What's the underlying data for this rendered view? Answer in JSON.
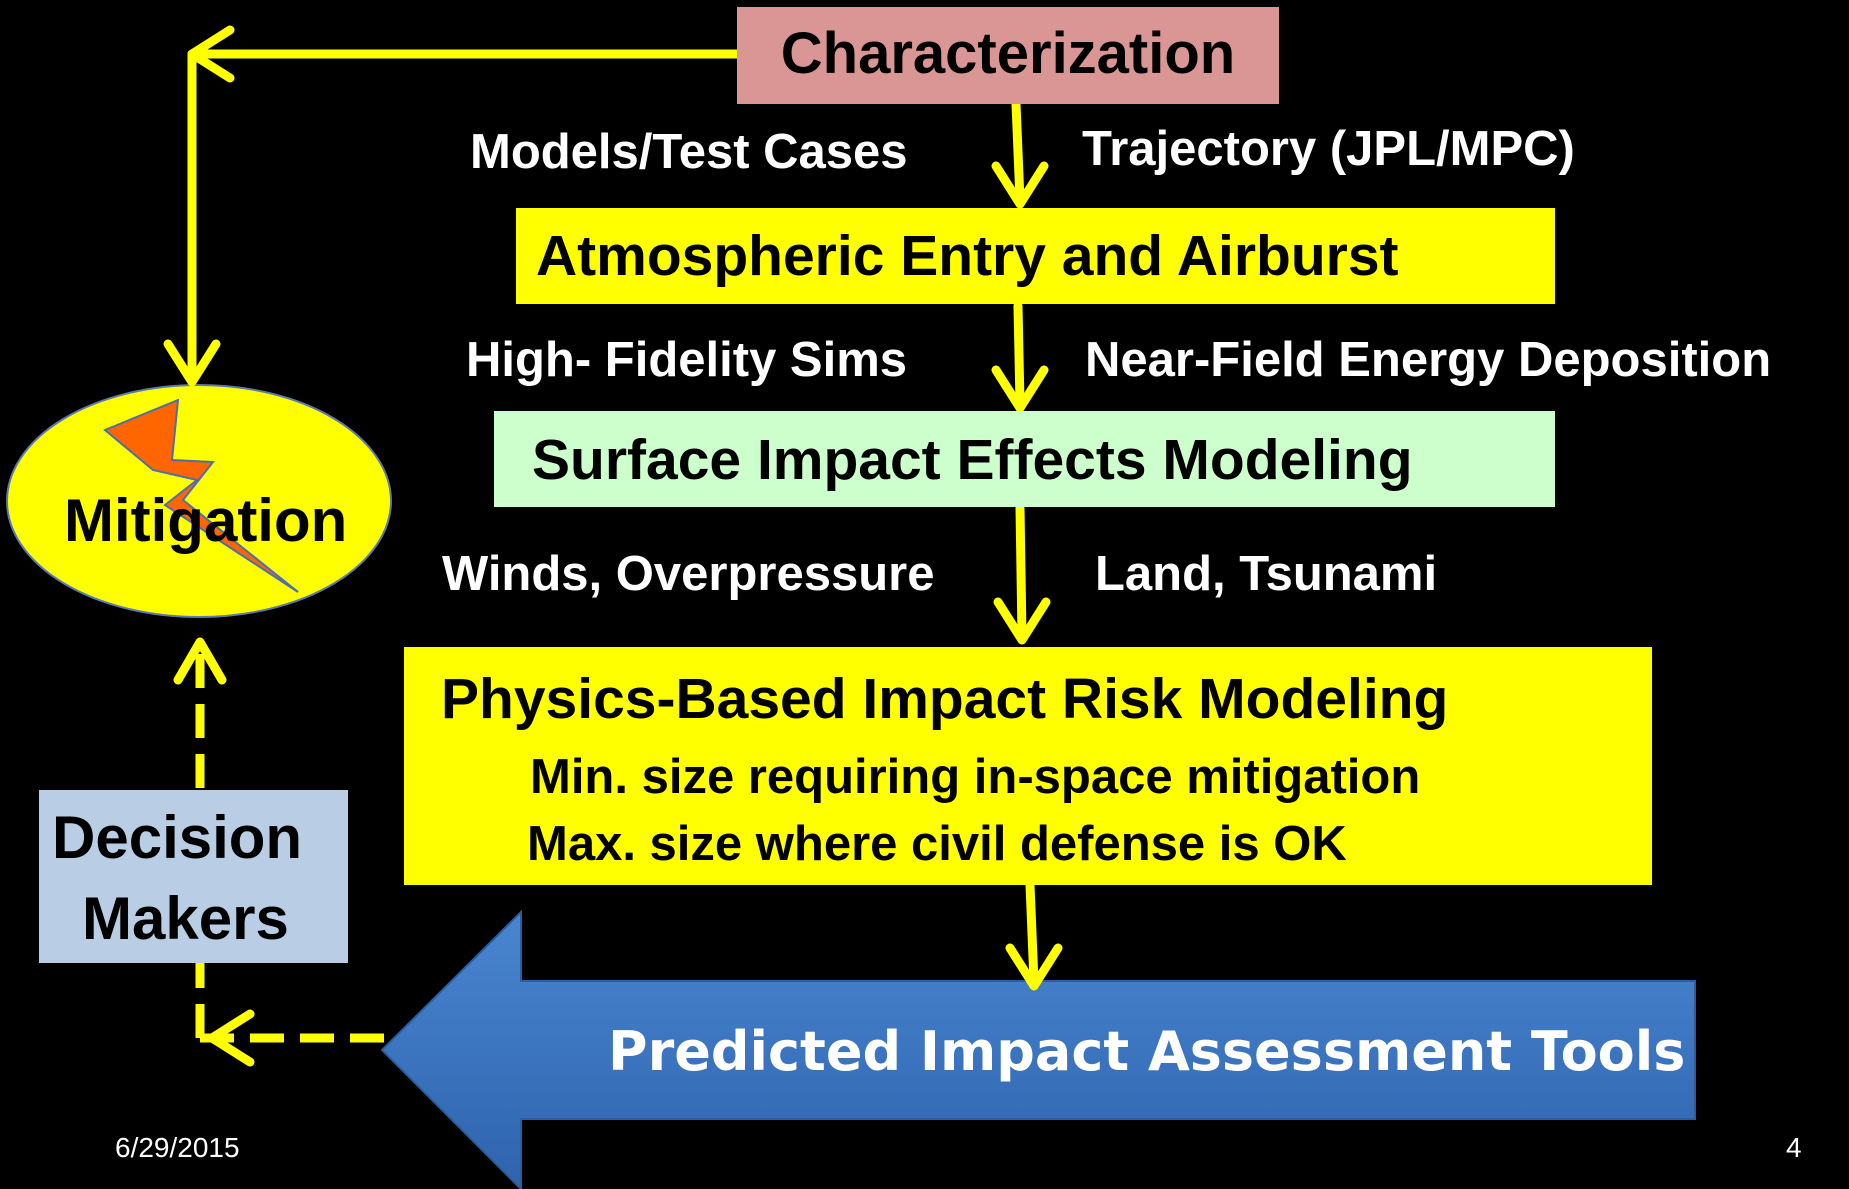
{
  "slide": {
    "date": "6/29/2015",
    "page_number": "4"
  },
  "nodes": {
    "characterization": "Characterization",
    "atmospheric": "Atmospheric Entry and Airburst",
    "surface": "Surface Impact Effects Modeling",
    "physics": {
      "title": "Physics-Based Impact Risk Modeling",
      "line1": "Min. size requiring in-space mitigation",
      "line2": "Max. size where civil defense is OK"
    },
    "tools": "Predicted Impact Assessment Tools",
    "mitigation": "Mitigation",
    "decision_line1": "Decision",
    "decision_line2": "Makers"
  },
  "edge_labels": {
    "models": "Models/Test Cases",
    "trajectory": "Trajectory (JPL/MPC)",
    "highfi": "High- Fidelity Sims",
    "nearfield": "Near-Field Energy Deposition",
    "winds": "Winds, Overpressure",
    "land": "Land, Tsunami"
  },
  "colors": {
    "background": "#000000",
    "arrow": "#FFFF00",
    "characterization_box": "#DA9694",
    "yellow_box": "#FFFF00",
    "surface_box": "#CCFFCC",
    "decision_box": "#B9CDE5",
    "tools_arrow": "#3D78C4",
    "bolt": "#FF6600"
  }
}
